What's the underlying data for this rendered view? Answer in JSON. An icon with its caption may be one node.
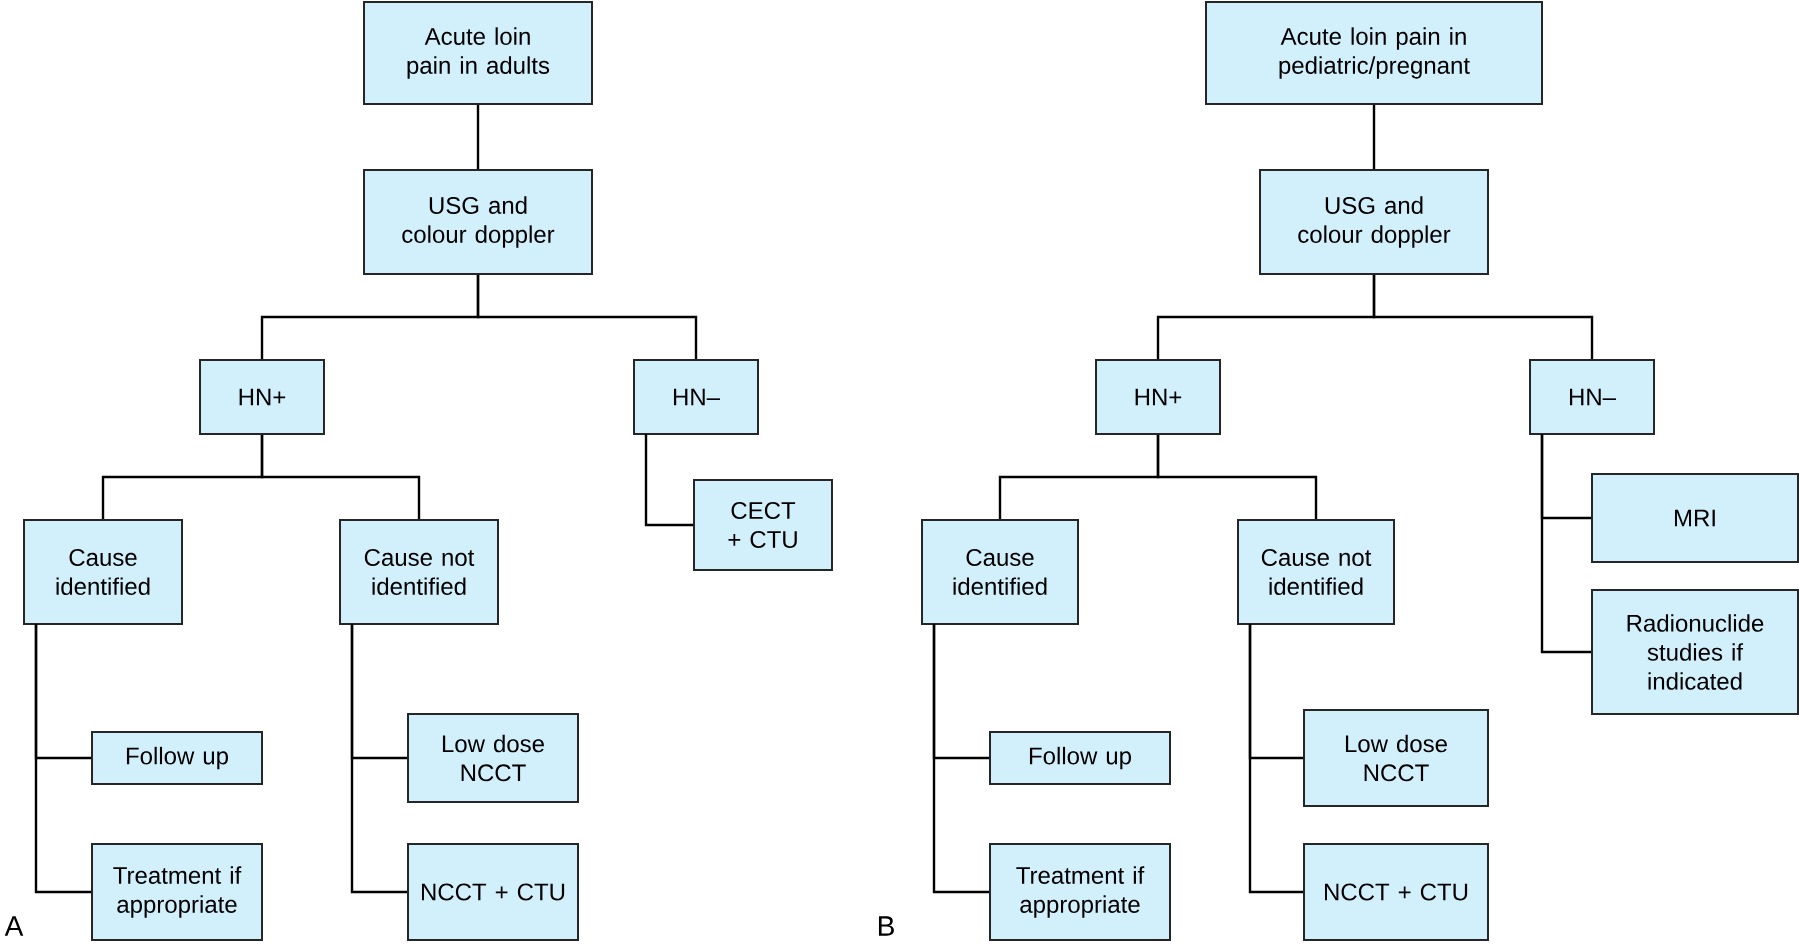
{
  "diagram": {
    "nodes": [
      {
        "text": [
          "Acute loin pain in adults"
        ]
      },
      {
        "text": [
          "USG and colour doppler"
        ]
      },
      {
        "text": [
          "HN+"
        ]
      },
      {
        "text": [
          "HN–"
        ]
      },
      {
        "text": [
          "Cause identified"
        ]
      },
      {
        "text": [
          "Cause not identified"
        ]
      },
      {
        "text": [
          "CECT + CTU"
        ]
      },
      {
        "text": [
          "Follow up"
        ]
      },
      {
        "text": [
          "Treatment if appropriate"
        ]
      },
      {
        "text": [
          "Low dose NCCT"
        ]
      },
      {
        "text": [
          "NCCT + CTU"
        ]
      },
      {
        "text": [
          "Acute loin pain in pediatric/pregnant"
        ]
      },
      {
        "text": [
          "USG and colour doppler"
        ]
      },
      {
        "text": [
          "HN+"
        ]
      },
      {
        "text": [
          "HN–"
        ]
      },
      {
        "text": [
          "Cause identified"
        ]
      },
      {
        "text": [
          "Cause not identified"
        ]
      },
      {
        "text": [
          "MRI"
        ]
      },
      {
        "text": [
          "Radionuclide studies if indicated"
        ]
      },
      {
        "text": [
          "Follow up"
        ]
      },
      {
        "text": [
          "Treatment if appropriate"
        ]
      },
      {
        "text": [
          "Low dose NCCT"
        ]
      },
      {
        "text": [
          "NCCT + CTU"
        ]
      }
    ],
    "edges": [
      {
        "from": 0,
        "to": 1,
        "arrow": "none"
      },
      {
        "from": 1,
        "to": 2,
        "arrow": "none"
      },
      {
        "from": 1,
        "to": 3,
        "arrow": "none"
      },
      {
        "from": 2,
        "to": 4,
        "arrow": "none"
      },
      {
        "from": 2,
        "to": 5,
        "arrow": "none"
      },
      {
        "from": 3,
        "to": 6,
        "arrow": "none"
      },
      {
        "from": 4,
        "to": 7,
        "arrow": "none"
      },
      {
        "from": 4,
        "to": 8,
        "arrow": "none"
      },
      {
        "from": 5,
        "to": 9,
        "arrow": "none"
      },
      {
        "from": 5,
        "to": 10,
        "arrow": "none"
      },
      {
        "from": 11,
        "to": 12,
        "arrow": "none"
      },
      {
        "from": 12,
        "to": 13,
        "arrow": "none"
      },
      {
        "from": 12,
        "to": 14,
        "arrow": "none"
      },
      {
        "from": 13,
        "to": 15,
        "arrow": "none"
      },
      {
        "from": 13,
        "to": 16,
        "arrow": "none"
      },
      {
        "from": 14,
        "to": 17,
        "arrow": "none"
      },
      {
        "from": 14,
        "to": 18,
        "arrow": "none"
      },
      {
        "from": 15,
        "to": 19,
        "arrow": "none"
      },
      {
        "from": 15,
        "to": 20,
        "arrow": "none"
      },
      {
        "from": 16,
        "to": 21,
        "arrow": "none"
      },
      {
        "from": 16,
        "to": 22,
        "arrow": "none"
      }
    ],
    "labels": [
      "A",
      "B"
    ]
  }
}
